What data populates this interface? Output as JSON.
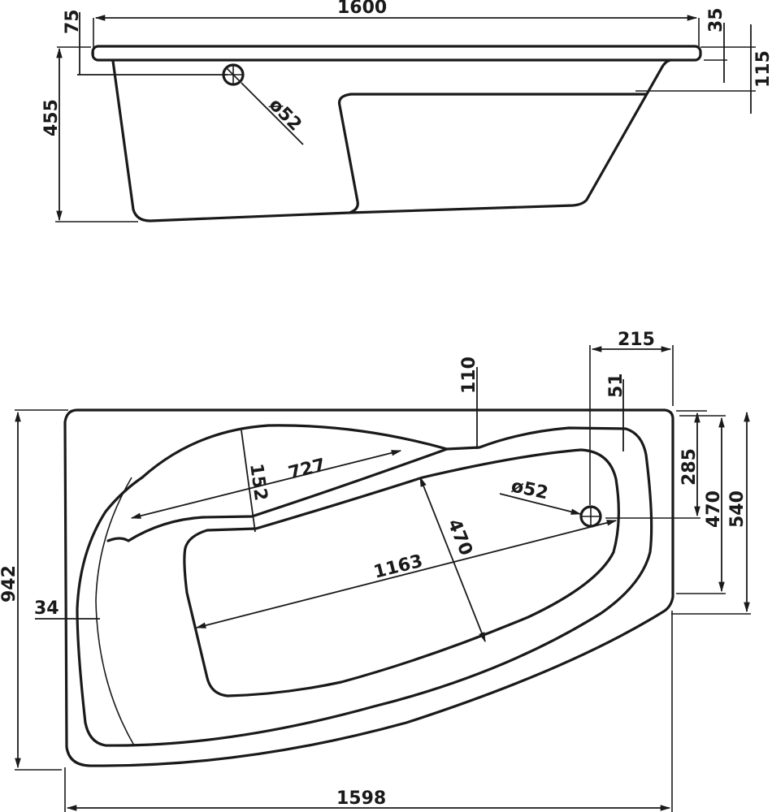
{
  "drawing": {
    "subject": "Corner bathtub technical drawing",
    "units": "mm",
    "colors": {
      "line": "#1a1a1a",
      "background": "#ffffff"
    }
  },
  "side_view": {
    "dimensions": {
      "length": "1600",
      "rim_left": "75",
      "rim_right": "35",
      "overflow_depth": "115",
      "height": "455",
      "overflow_diameter": "ø52"
    }
  },
  "top_view": {
    "dimensions": {
      "overall_length": "1598",
      "overall_width": "942",
      "wall_left": "34",
      "backrest_length": "727",
      "backrest_width": "152",
      "interior_length": "1163",
      "interior_width": "470",
      "rim_top": "110",
      "drain_offset_x": "215",
      "rim_right": "51",
      "drain_offset_y": "285",
      "right_inner_width": "470",
      "right_width": "540",
      "drain_diameter": "ø52"
    }
  }
}
